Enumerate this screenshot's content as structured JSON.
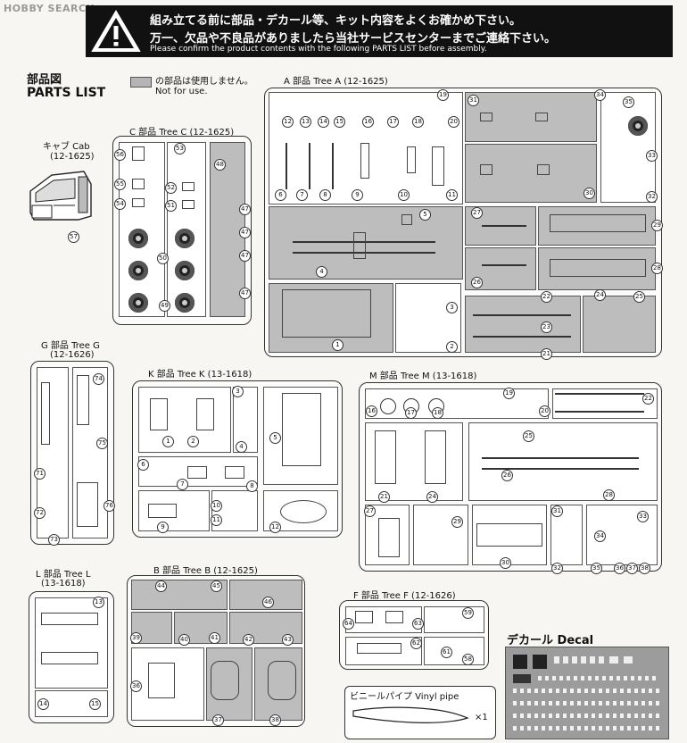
{
  "header": {
    "logo": "HOBBY SEARCH",
    "warning_icon": "warning-triangle-icon",
    "warning_line1": "組み立てる前に部品・デカール等、キット内容をよくお確かめ下さい。",
    "warning_line2": "万一、欠品や不良品がありましたら当社サービスセンターまでご連絡下さい。",
    "warning_line3": "Please confirm the product contents with the following PARTS LIST before assembly."
  },
  "parts_list": {
    "title_jp": "部品図",
    "title_en": "PARTS LIST",
    "legend_jp": "の部品は使用しません。",
    "legend_en": "Not for use."
  },
  "trees": {
    "cab": {
      "label": "キャブ Cab",
      "code": "(12-1625)",
      "nums": [
        "57"
      ]
    },
    "a": {
      "label": "A 部品 Tree A  (12-1625)",
      "nums": [
        "12",
        "13",
        "14",
        "15",
        "16",
        "17",
        "18",
        "19",
        "20",
        "6",
        "7",
        "8",
        "9",
        "10",
        "11",
        "5",
        "4",
        "1",
        "3",
        "2",
        "31",
        "30",
        "33",
        "34",
        "35",
        "32",
        "27",
        "26",
        "29",
        "28",
        "22",
        "23",
        "24",
        "25",
        "21"
      ]
    },
    "c": {
      "label": "C 部品 Tree C  (12-1625)",
      "nums": [
        "56",
        "53",
        "48",
        "55",
        "52",
        "47",
        "54",
        "51",
        "47",
        "50",
        "47",
        "49",
        "47"
      ]
    },
    "g": {
      "label": "G 部品 Tree G",
      "code": "(12-1626)",
      "nums": [
        "74",
        "75",
        "71",
        "76",
        "72",
        "73"
      ]
    },
    "k": {
      "label": "K 部品 Tree K  (13-1618)",
      "nums": [
        "3",
        "5",
        "4",
        "1",
        "2",
        "6",
        "7",
        "8",
        "10",
        "11",
        "9",
        "12"
      ]
    },
    "m": {
      "label": "M 部品 Tree M  (13-1618)",
      "nums": [
        "19",
        "22",
        "16",
        "17",
        "18",
        "20",
        "25",
        "21",
        "24",
        "26",
        "28",
        "27",
        "29",
        "33",
        "31",
        "34",
        "30",
        "32",
        "35",
        "36",
        "37",
        "38"
      ]
    },
    "l": {
      "label": "L 部品 Tree L",
      "code": "(13-1618)",
      "nums": [
        "13",
        "14",
        "15"
      ]
    },
    "b": {
      "label": "B 部品 Tree B  (12-1625)",
      "nums": [
        "44",
        "45",
        "46",
        "39",
        "40",
        "41",
        "42",
        "43",
        "36",
        "37",
        "38"
      ]
    },
    "f": {
      "label": "F 部品 Tree F  (12-1626)",
      "nums": [
        "64",
        "63",
        "59",
        "62",
        "61",
        "58"
      ]
    }
  },
  "vinyl": {
    "label": "ビニールパイプ  Vinyl pipe",
    "qty": "×1"
  },
  "decal": {
    "title": "デカール Decal"
  },
  "colors": {
    "unused_part": "#bdbdbd",
    "frame": "#333333",
    "header_bg": "#111111"
  }
}
